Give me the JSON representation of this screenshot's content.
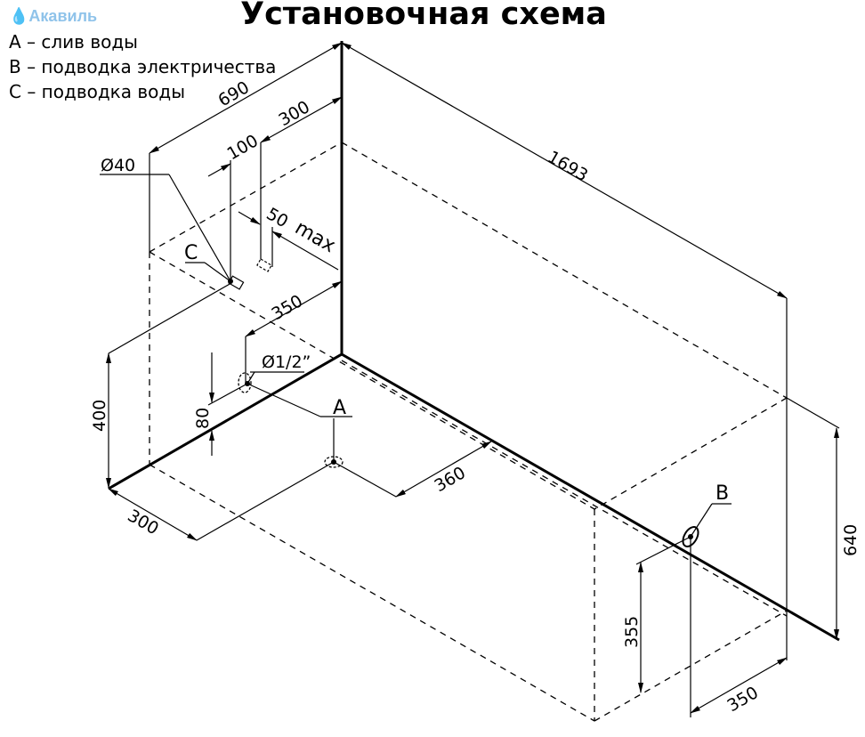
{
  "logo": {
    "text": "Акавиль",
    "color": "#8fc3ea"
  },
  "title": "Установочная схема",
  "legend": [
    "A – слив воды",
    "B – подводка электричества",
    "C – подводка воды"
  ],
  "dimensions": {
    "d690": "690",
    "d300_top": "300",
    "d100": "100",
    "d1693": "1693",
    "d50": "50",
    "dmax": "max",
    "d350_left": "350",
    "d80": "80",
    "d400": "400",
    "d300_bottom": "300",
    "d360": "360",
    "d355": "355",
    "d640": "640",
    "d350_right": "350"
  },
  "callouts": {
    "diam40": "Ø40",
    "diam_half": "Ø1/2”",
    "A": "A",
    "B": "B",
    "C": "C"
  }
}
